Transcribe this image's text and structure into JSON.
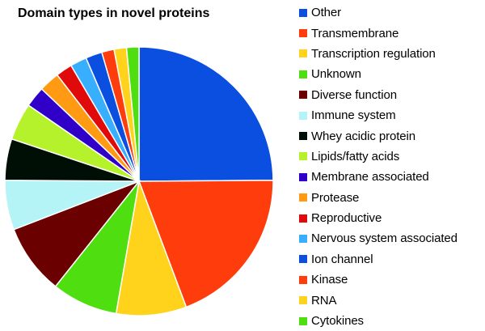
{
  "chart_data": {
    "type": "pie",
    "title": "Domain types in novel proteins",
    "legend_position": "right",
    "slices": [
      {
        "label": "Other",
        "value": 25.0,
        "color": "#0A4FE0"
      },
      {
        "label": "Transmembrane",
        "value": 19.5,
        "color": "#FF3C0C"
      },
      {
        "label": "Transcription regulation",
        "value": 8.5,
        "color": "#FFD21C"
      },
      {
        "label": "Unknown",
        "value": 8.0,
        "color": "#4FDE10"
      },
      {
        "label": "Diverse function",
        "value": 8.5,
        "color": "#6A0000"
      },
      {
        "label": "Immune system",
        "value": 6.0,
        "color": "#B4F3F6"
      },
      {
        "label": "Whey acidic protein",
        "value": 5.0,
        "color": "#000F05"
      },
      {
        "label": "Lipids/fatty  acids",
        "value": 4.5,
        "color": "#B5F22C"
      },
      {
        "label": "Membrane associated",
        "value": 2.5,
        "color": "#3000C8"
      },
      {
        "label": "Protease",
        "value": 2.5,
        "color": "#FF9A12"
      },
      {
        "label": "Reproductive",
        "value": 2.0,
        "color": "#E00A0A"
      },
      {
        "label": "Nervous system associated",
        "value": 2.0,
        "color": "#38AEFF"
      },
      {
        "label": "Ion channel",
        "value": 2.0,
        "color": "#0A4FE0"
      },
      {
        "label": "Kinase",
        "value": 1.5,
        "color": "#FF3C0C"
      },
      {
        "label": "RNA",
        "value": 1.5,
        "color": "#FFD21C"
      },
      {
        "label": "Cytokines",
        "value": 1.5,
        "color": "#4FDE10"
      }
    ]
  }
}
